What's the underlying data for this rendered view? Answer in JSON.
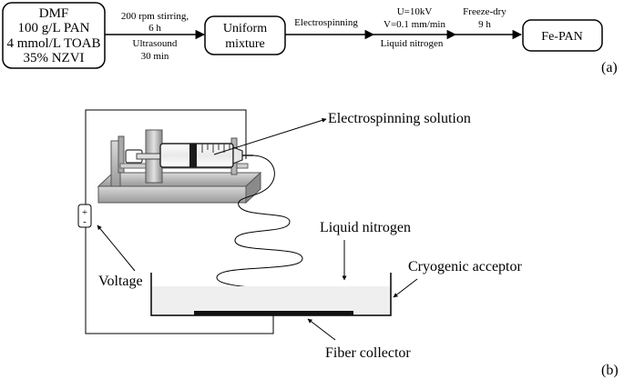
{
  "flowchart": {
    "start_box": [
      "DMF",
      "100 g/L PAN",
      "4 mmol/L TOAB",
      "35% NZVI"
    ],
    "step1_above": [
      "200 rpm stirring,",
      "6 h"
    ],
    "step1_below": [
      "Ultrasound",
      "30 min"
    ],
    "mixture_box": [
      "Uniform",
      "mixture"
    ],
    "step2_label": "Electrospinning",
    "step3_above": [
      "U=10kV",
      "V=0.1 mm/min"
    ],
    "step3_below": "Liquid nitrogen",
    "step4_above": [
      "Freeze-dry",
      "9 h"
    ],
    "end_box": "Fe-PAN",
    "panel_label": "(a)"
  },
  "apparatus": {
    "solution_label": "Electrospinning solution",
    "nitrogen_label": "Liquid nitrogen",
    "acceptor_label": "Cryogenic acceptor",
    "voltage_label": "Voltage",
    "collector_label": "Fiber collector",
    "battery_plus": "+",
    "battery_minus": "-",
    "panel_label": "(b)"
  },
  "colors": {
    "line": "#000000",
    "acceptor_fill": "#eeeeee",
    "collector": "#111111",
    "stand": "#bfbfbf"
  }
}
